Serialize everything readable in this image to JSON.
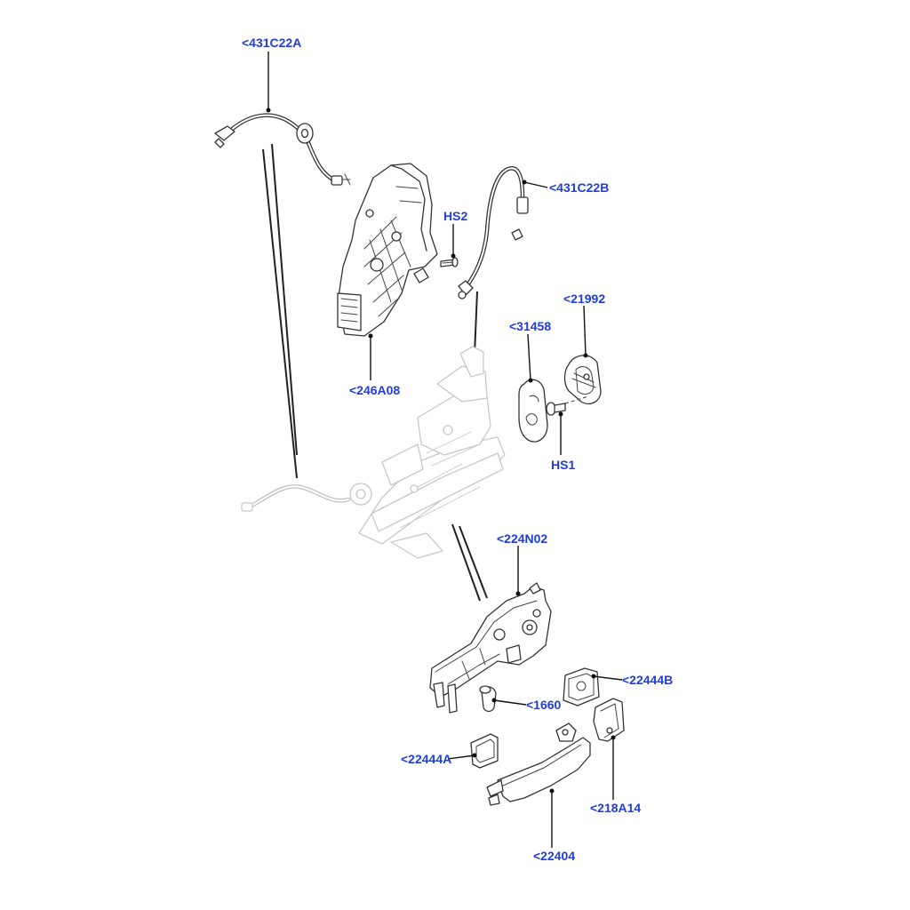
{
  "labels": {
    "cable_upper": "<431C22A",
    "cable_right": "<431C22B",
    "hs2": "HS2",
    "latch": "<246A08",
    "cap_31458": "<31458",
    "part_21992": "<21992",
    "hs1": "HS1",
    "bracket": "<224N02",
    "seal_b": "<22444B",
    "part_1660": "<1660",
    "seal_a": "<22444A",
    "cover_218a14": "<218A14",
    "handle": "<22404"
  },
  "colors": {
    "label": "#1f3de0",
    "line": "#111111",
    "ghost": "#c8c8c8",
    "background": "#ffffff"
  }
}
